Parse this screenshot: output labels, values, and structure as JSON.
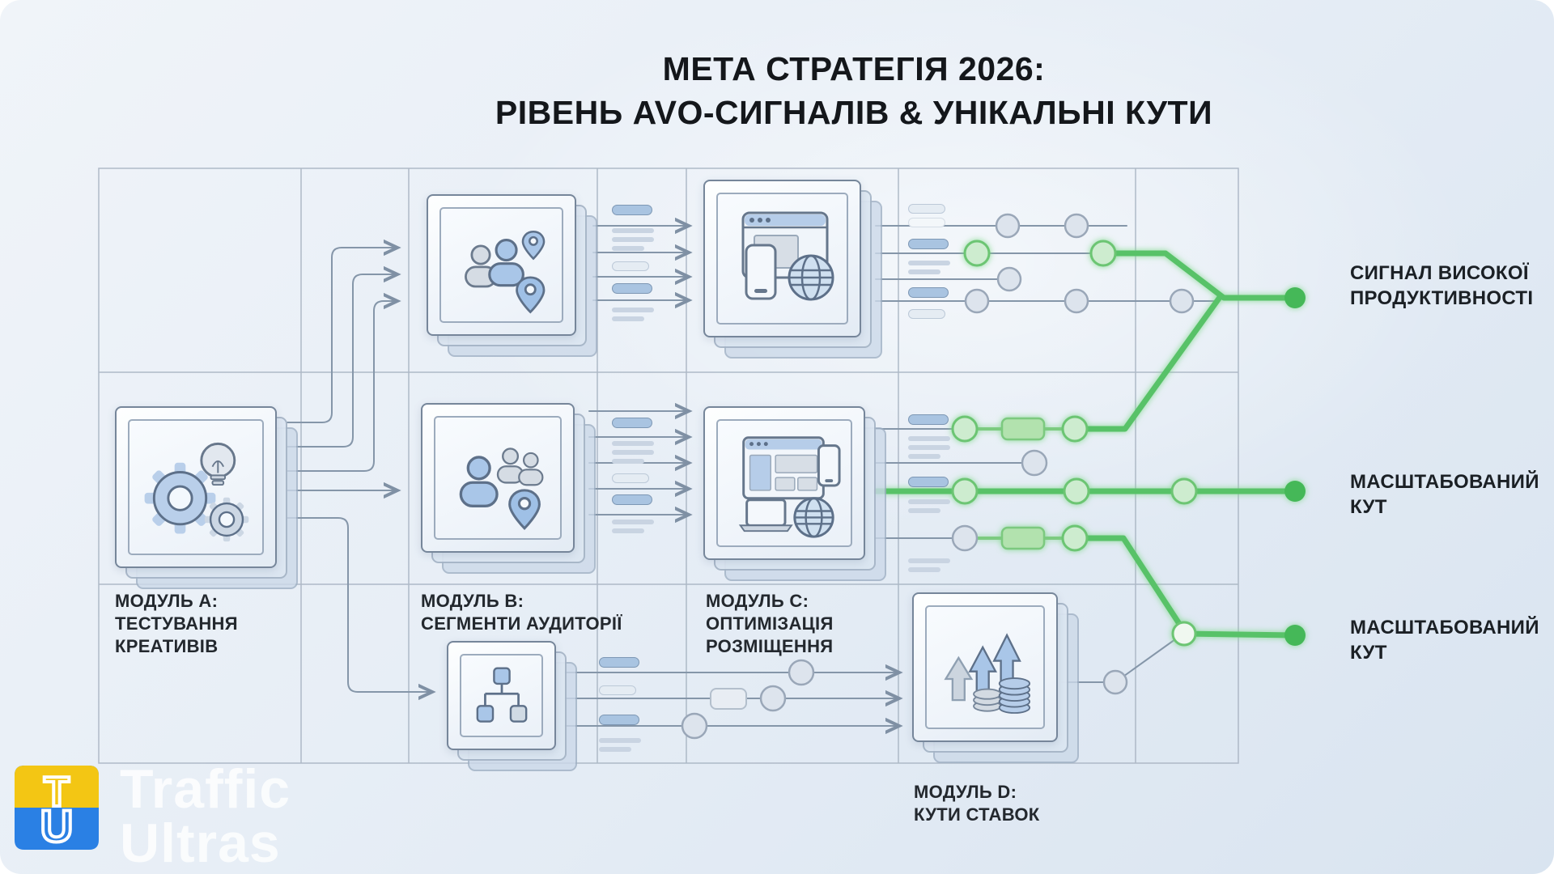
{
  "title": {
    "line1": "МЕТА СТРАТЕГІЯ 2026:",
    "line2": "РІВЕНЬ AVO-СИГНАЛІВ & УНІКАЛЬНІ КУТИ"
  },
  "modules": {
    "a": {
      "id": "A",
      "label": "МОДУЛЬ A:\nТЕСТУВАННЯ\nКРЕАТИВІВ",
      "icon": "gears-lightbulb-icon"
    },
    "b": {
      "id": "B",
      "label": "МОДУЛЬ B:\nСЕГМЕНТИ АУДИТОРІЇ",
      "icon_top": "audience-pins-icon",
      "icon_mid": "audience-group-pin-icon",
      "icon_bottom": "hierarchy-icon"
    },
    "c": {
      "id": "C",
      "label": "МОДУЛЬ C:\nОПТИМІЗАЦІЯ\nРОЗМІЩЕННЯ",
      "icon_top": "browser-phone-globe-icon",
      "icon_mid": "layout-devices-globe-icon"
    },
    "d": {
      "id": "D",
      "label": "МОДУЛЬ D:\nКУТИ СТАВОК",
      "icon": "growth-arrows-coins-icon"
    }
  },
  "outputs": [
    {
      "type": "high-performance-signal",
      "label": "СИГНАЛ ВИСОКОЇ\nПРОДУКТИВНОСТІ"
    },
    {
      "type": "scaled-angle",
      "label": "МАСШТАБОВАНИЙ\nКУТ"
    },
    {
      "type": "scaled-angle",
      "label": "МАСШТАБОВАНИЙ\nКУТ"
    }
  ],
  "brand": {
    "line1": "Traffic",
    "line2": "Ultras",
    "monogram": "TU"
  },
  "colors": {
    "accent_green": "#45b859",
    "green_node_fill": "#cdeccf",
    "line_gray": "#8596a9",
    "grid_gray": "#a8b4c2",
    "logo_yellow": "#f3c614",
    "logo_blue": "#2a80e4"
  }
}
